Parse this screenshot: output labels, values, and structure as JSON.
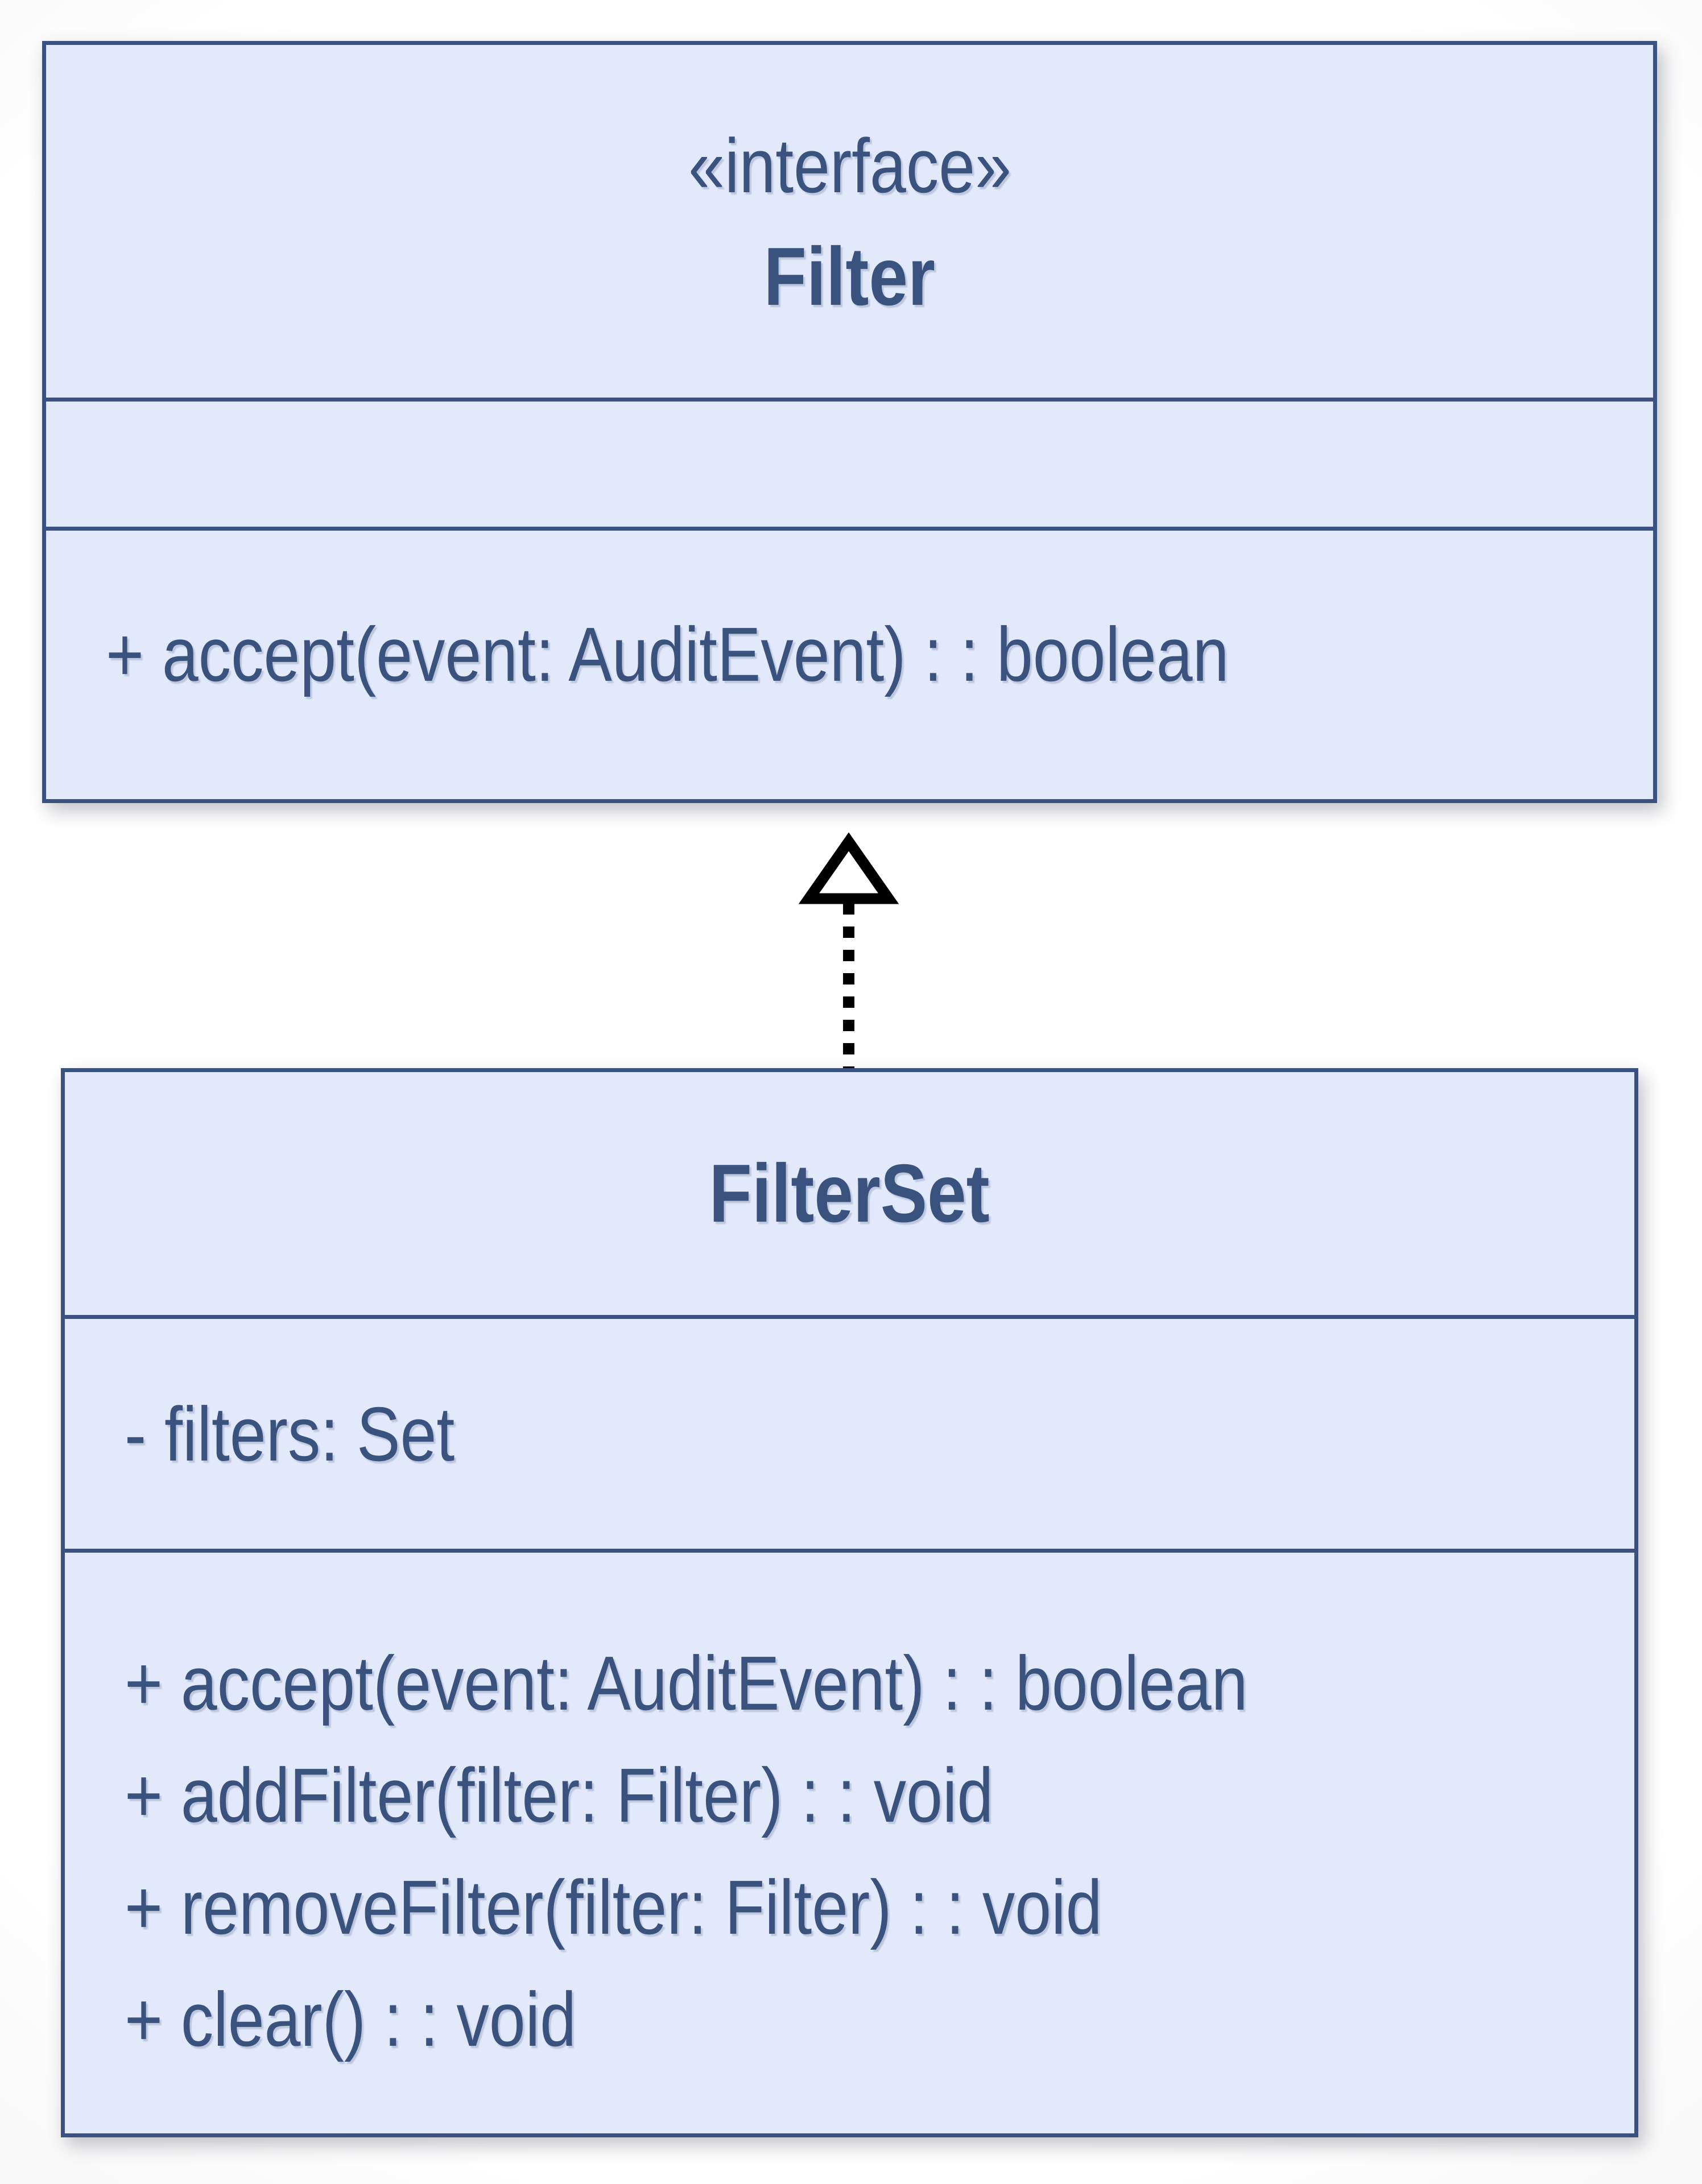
{
  "diagram": {
    "filter_interface": {
      "stereotype": "«interface»",
      "name": "Filter",
      "attributes": [],
      "methods": [
        "+ accept(event: AuditEvent) : : boolean"
      ]
    },
    "filterset_class": {
      "name": "FilterSet",
      "attributes": [
        "- filters: Set"
      ],
      "methods": [
        "+ accept(event: AuditEvent) : : boolean",
        "+ addFilter(filter: Filter) : : void",
        "+ removeFilter(filter: Filter) : : void",
        "+ clear() : : void"
      ]
    },
    "relationship": {
      "type": "realization",
      "from": "FilterSet",
      "to": "Filter"
    },
    "colors": {
      "box_fill": "#e1e9fb",
      "box_border": "#3a5181",
      "text": "#3a527e",
      "arrow": "#000000",
      "arrow_head_fill": "#ffffff"
    }
  }
}
